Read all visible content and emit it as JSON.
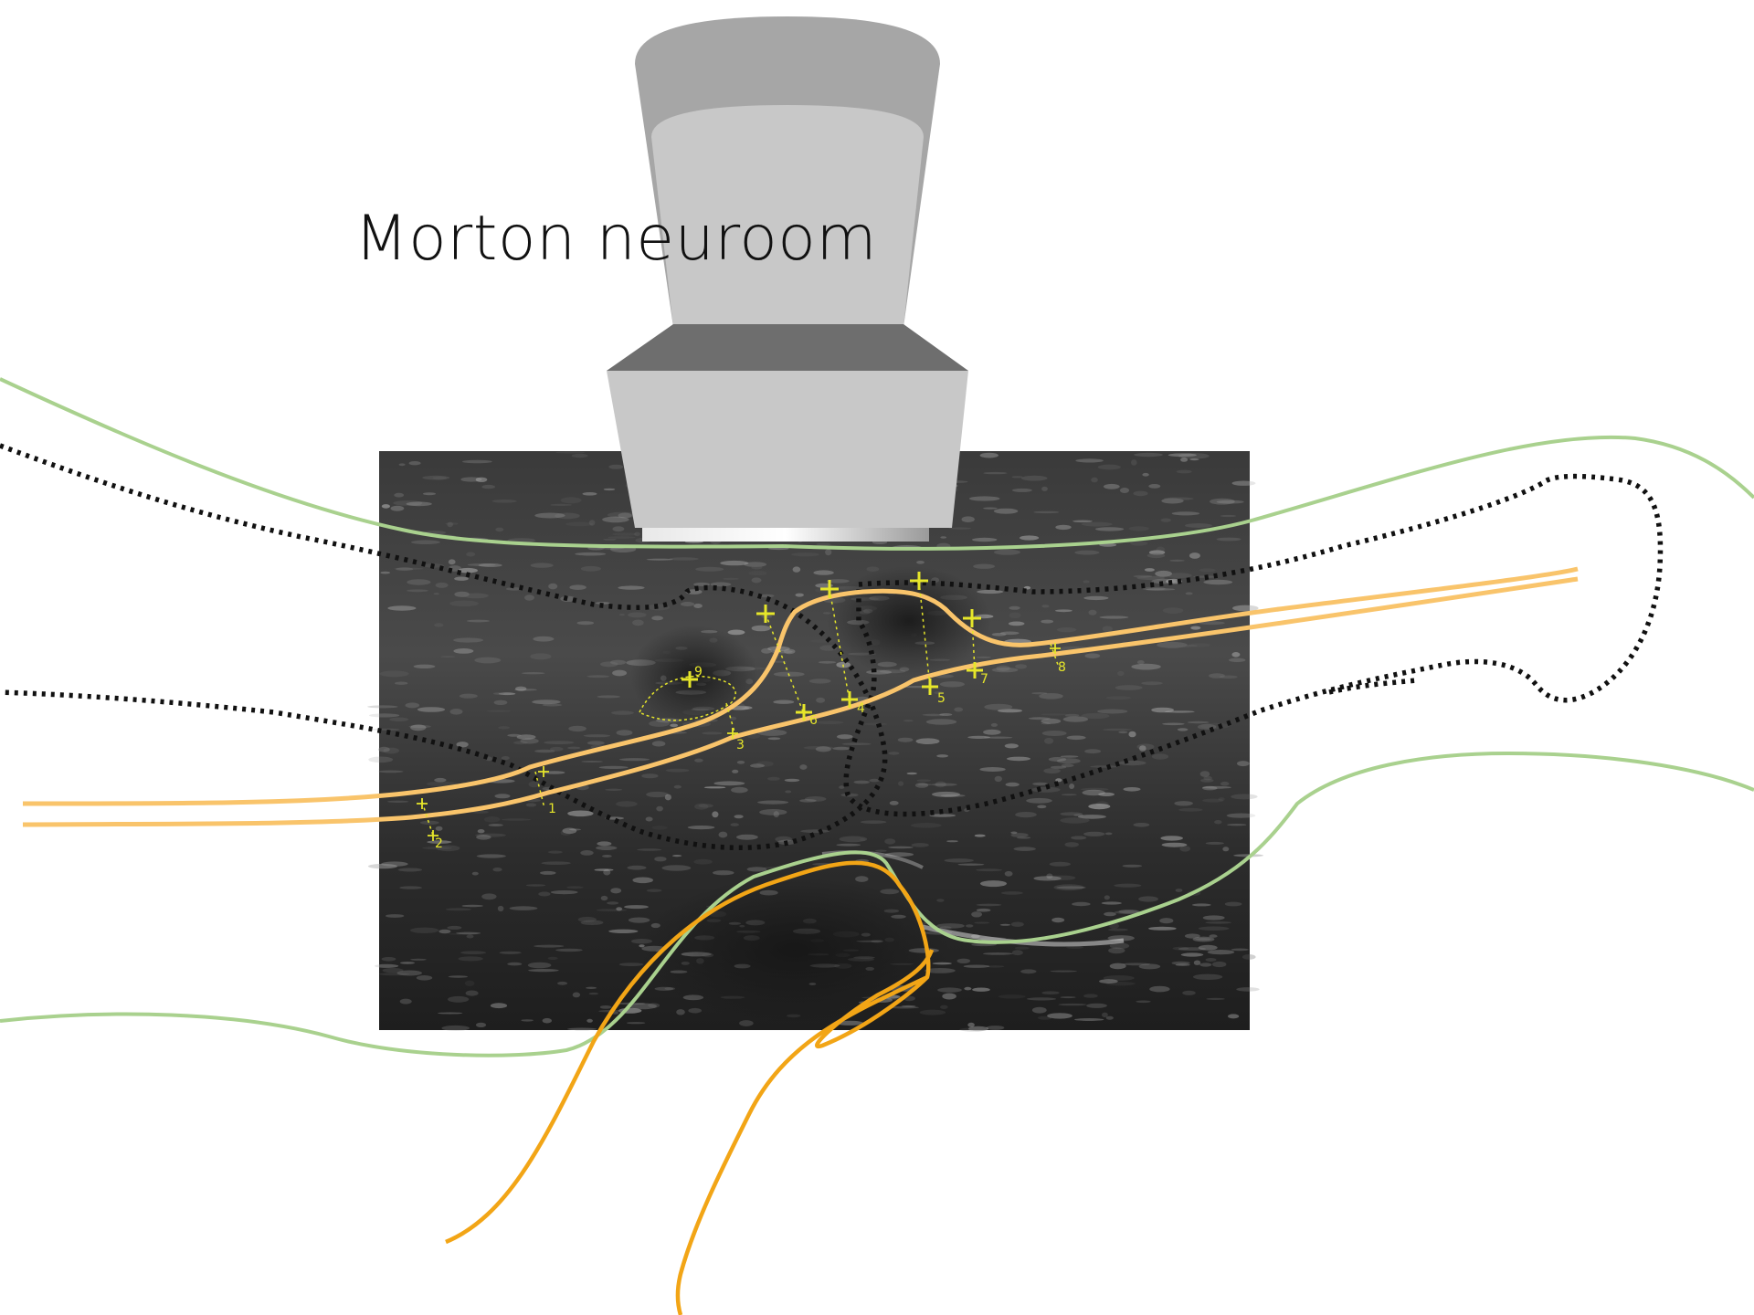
{
  "title": "Morton neuroom",
  "colors": {
    "skin_outline": "#a9d18e",
    "nerve": "#f9c46b",
    "finger": "#f2a516",
    "dotted_outline": "#111111",
    "marker": "#e6e62a",
    "probe_light": "#c8c8c8",
    "probe_mid": "#a6a6a6",
    "probe_dark": "#6e6e6e",
    "ultrasound_bg": "#2e2e2e"
  },
  "markers": [
    "9",
    "3",
    "6",
    "4",
    "5",
    "7",
    "8",
    "2",
    "1"
  ]
}
